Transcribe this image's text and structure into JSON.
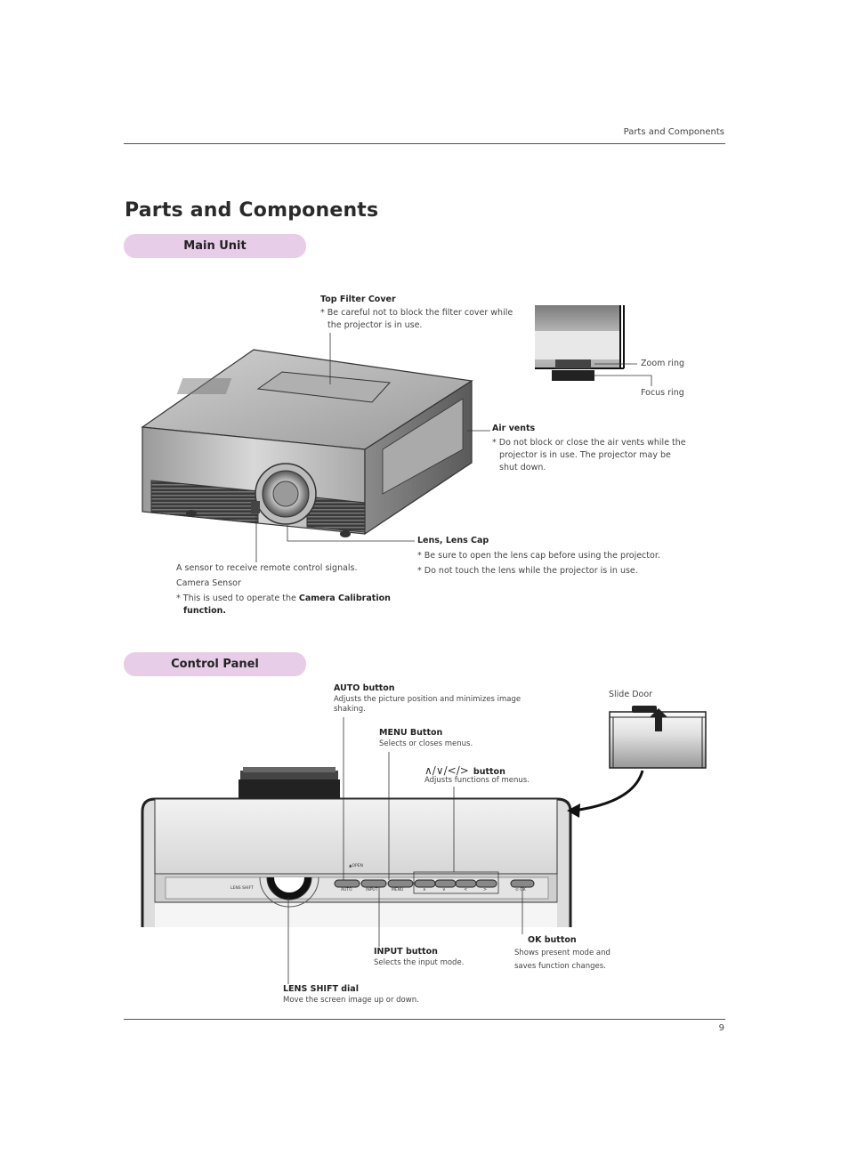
{
  "header": {
    "section": "Parts and Components"
  },
  "page": {
    "title": "Parts and Components",
    "number": "9"
  },
  "main_unit": {
    "heading": "Main Unit",
    "top_filter_cover": {
      "label": "Top Filter Cover",
      "note1": "* Be careful not to block the filter cover while",
      "note2": "the projector is in use."
    },
    "zoom_ring": "Zoom ring",
    "focus_ring": "Focus ring",
    "air_vents": {
      "label": "Air vents",
      "note1": "* Do not block or close the air vents while the",
      "note2": "projector is in use. The projector may be",
      "note3": "shut down."
    },
    "lens": {
      "label": "Lens, Lens Cap",
      "note1": "* Be sure to open the lens cap before using the projector.",
      "note2": "* Do not touch the lens while the projector is in use."
    },
    "sensor": {
      "line1": "A sensor to receive remote control signals.",
      "line2": "Camera Sensor",
      "note_prefix": "* This is used to operate the ",
      "note_bold": "Camera Calibration",
      "note_bold2": "function."
    }
  },
  "control_panel": {
    "heading": "Control Panel",
    "auto": {
      "label": "AUTO button",
      "desc1": "Adjusts the picture position and minimizes image",
      "desc2": "shaking."
    },
    "menu": {
      "label": "MENU Button",
      "desc": "Selects or closes menus."
    },
    "arrows": {
      "symbols": "∧/∨/</>",
      "label": "button",
      "desc": "Adjusts functions of menus."
    },
    "slide_door": "Slide Door",
    "input": {
      "label": "INPUT button",
      "desc": "Selects the input mode."
    },
    "ok": {
      "label": "OK button",
      "desc1": "Shows present mode and",
      "desc2": "saves function changes."
    },
    "lens_shift": {
      "label": "LENS SHIFT dial",
      "desc": "Move the screen image up or down."
    },
    "panel_labels": {
      "open": "▲OPEN",
      "auto": "AUTO",
      "input": "INPUT",
      "menu": "MENU",
      "up": "∧",
      "down": "∨",
      "left": "<",
      "right": ">",
      "ok": "⊙ OK",
      "lens_shift": "LENS SHIFT"
    }
  }
}
